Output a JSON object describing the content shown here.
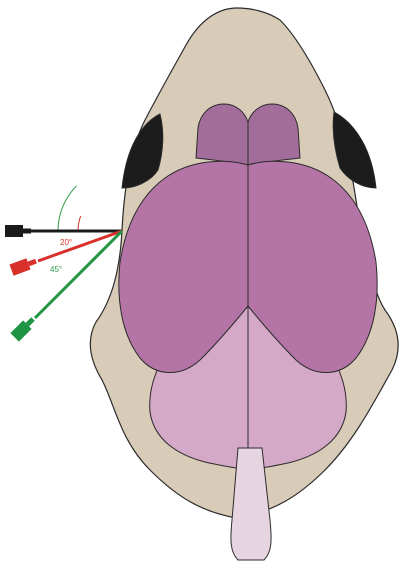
{
  "angles": [
    {
      "label": "20°",
      "color": "#d9302c"
    },
    {
      "label": "45°",
      "color": "#2f9a4a"
    }
  ],
  "colors": {
    "skull": "#d8cbb8",
    "outline": "#2b2b2b",
    "eyes": "#1c1c1c",
    "olfactory_bulbs": "#a26c9b",
    "cerebrum": "#b474a6",
    "cerebellum": "#d4a9c8",
    "spinal_cord": "#e6d4e0",
    "probe_black": "#1a1a1a",
    "probe_red": "#d9302c",
    "probe_green": "#1f9444"
  },
  "icons": [
    "electrode-probe",
    "electrode-probe",
    "electrode-probe"
  ]
}
